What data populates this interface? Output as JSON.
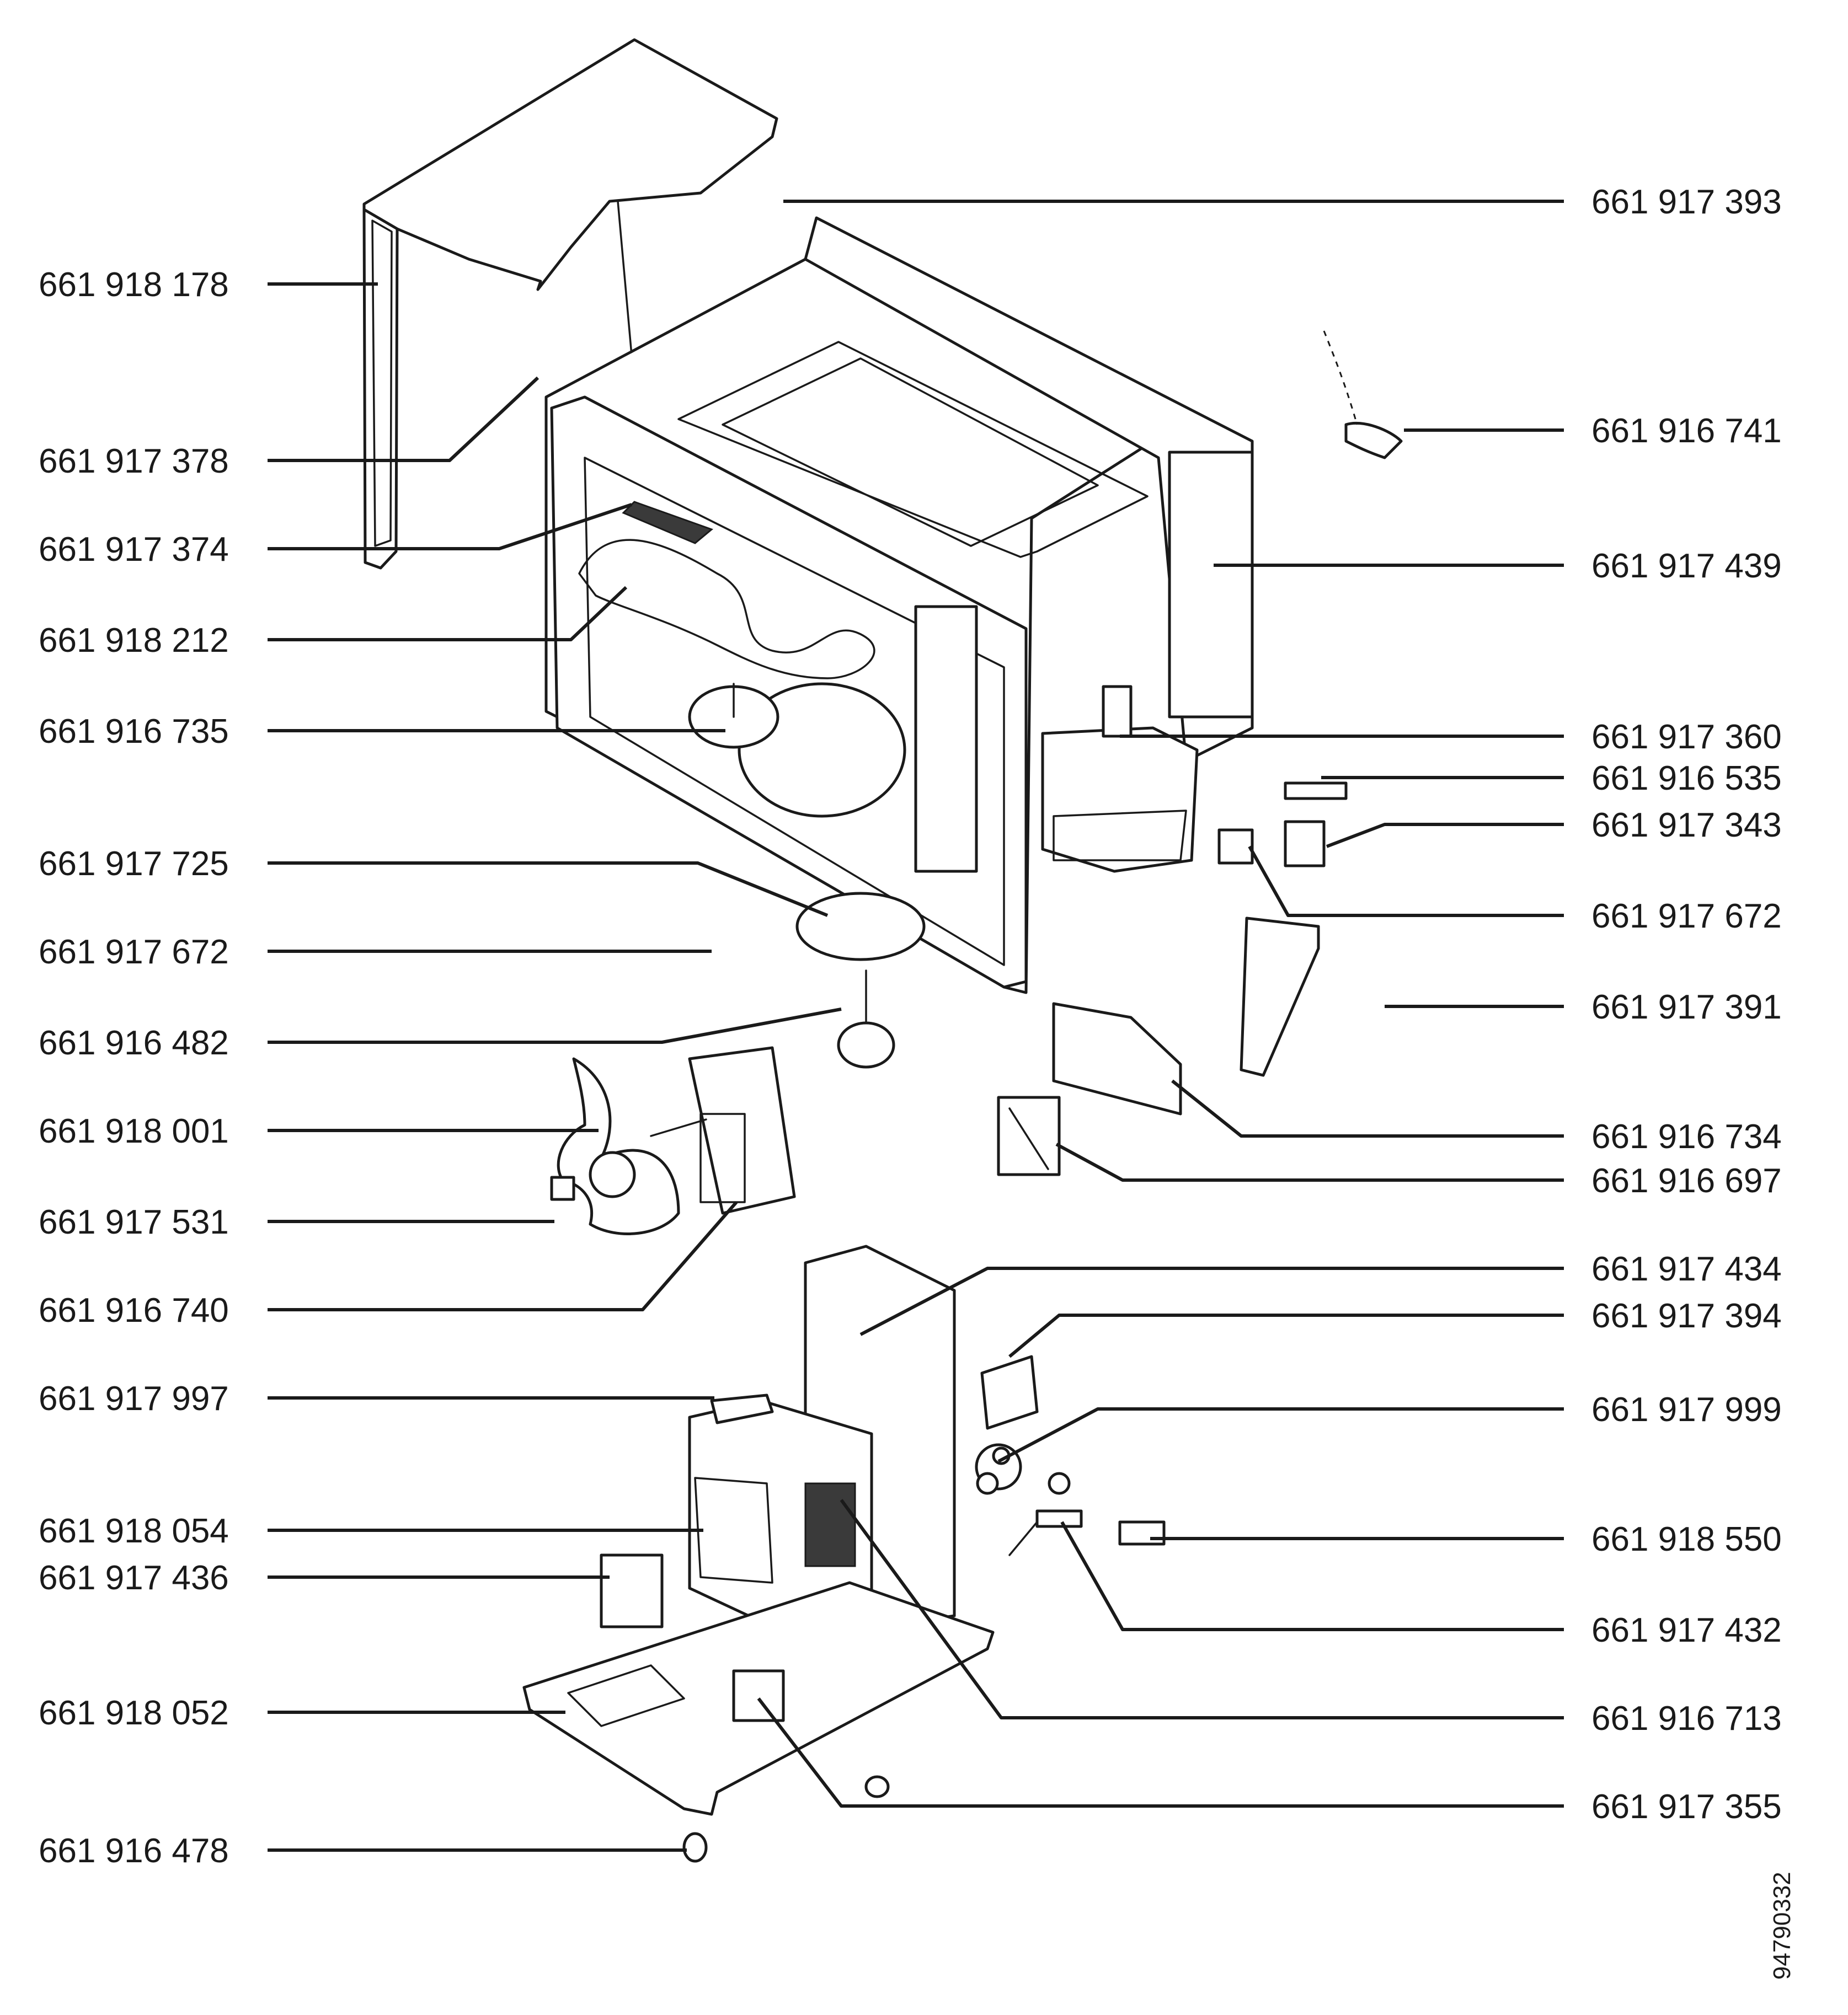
{
  "diagram": {
    "document_number": "94790332",
    "left_labels": [
      "661 918 178",
      "661 917 378",
      "661 917 374",
      "661 918 212",
      "661 916 735",
      "661 917 725",
      "661 917 672",
      "661 916 482",
      "661 918 001",
      "661 917 531",
      "661 916 740",
      "661 917 997",
      "661 918 054",
      "661 917 436",
      "661 918 052",
      "661 916 478"
    ],
    "right_labels": [
      "661 917 393",
      "661 916 741",
      "661 917 439",
      "661 917 360",
      "661 916 535",
      "661 917 343",
      "661 917 672",
      "661 917 391",
      "661 916 734",
      "661 916 697",
      "661 917 434",
      "661 917 394",
      "661 917 999",
      "661 918 550",
      "661 917 432",
      "661 916 713",
      "661 917 355"
    ]
  }
}
